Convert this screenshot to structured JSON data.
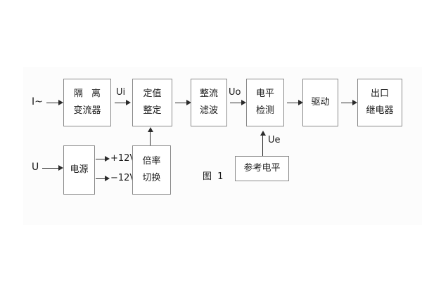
{
  "figure": {
    "caption": "图 1",
    "background_color": "#fcfcfc",
    "box_border_color": "#8a8a8a",
    "line_color": "#2b2b2b"
  },
  "inputs": [
    {
      "id": "current-input",
      "label": "I~"
    },
    {
      "id": "voltage-input",
      "label": "U"
    }
  ],
  "blocks": [
    {
      "id": "isolation-transformer",
      "lines": [
        "隔 离",
        "变流器"
      ]
    },
    {
      "id": "setting-value",
      "lines": [
        "定值",
        "整定"
      ]
    },
    {
      "id": "rectifier-filter",
      "lines": [
        "整流",
        "滤波"
      ]
    },
    {
      "id": "level-detection",
      "lines": [
        "电平",
        "检测"
      ]
    },
    {
      "id": "driver",
      "lines": [
        "驱动"
      ]
    },
    {
      "id": "output-relay",
      "lines": [
        "出口",
        "继电器"
      ]
    },
    {
      "id": "power-supply",
      "lines": [
        "电源"
      ]
    },
    {
      "id": "multiplier-switch",
      "lines": [
        "倍率",
        "切换"
      ]
    },
    {
      "id": "reference-level",
      "lines": [
        "参考电平"
      ]
    }
  ],
  "signals": [
    {
      "id": "ui",
      "label": "Ui"
    },
    {
      "id": "uo",
      "label": "Uo"
    },
    {
      "id": "ue",
      "label": "Ue"
    }
  ],
  "power_rails": [
    {
      "id": "rail-pos-12v",
      "label": "+12V"
    },
    {
      "id": "rail-neg-12v",
      "label": "−12V"
    }
  ]
}
